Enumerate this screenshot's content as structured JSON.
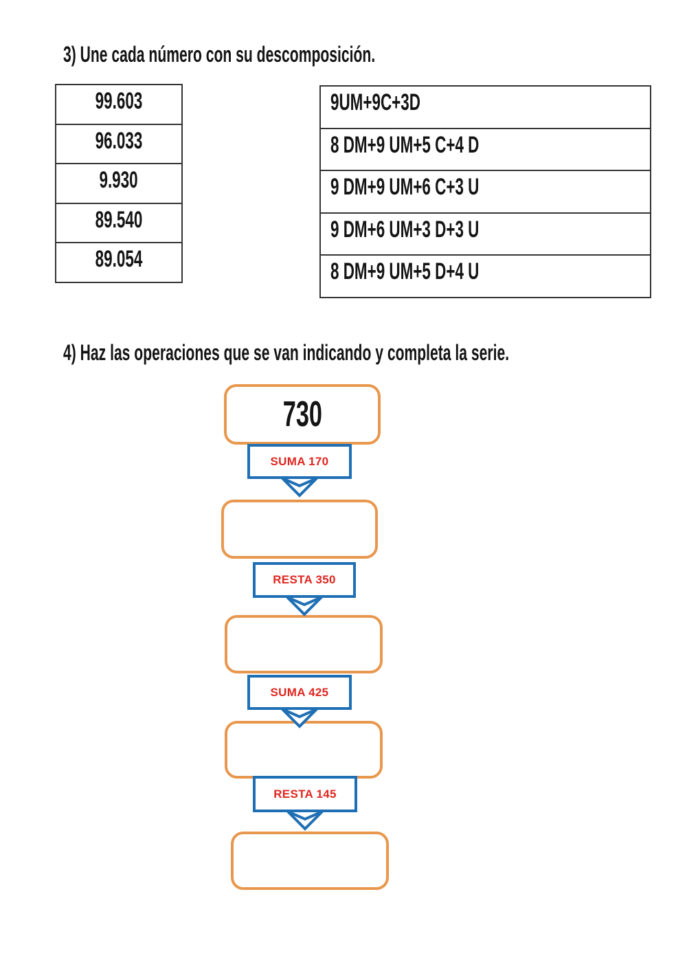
{
  "colors": {
    "orange": "#E8984E",
    "blue": "#1F6FB4",
    "red": "#E02620",
    "table_border": "#343434",
    "text": "#141414"
  },
  "exercise3": {
    "title": "3) Une cada número con su descomposición.",
    "numbers": [
      "99.603",
      "96.033",
      "9.930",
      "89.540",
      "89.054"
    ],
    "decompositions": [
      "9UM+9C+3D",
      "8 DM+9 UM+5 C+4 D",
      "9 DM+9 UM+6 C+3 U",
      "9 DM+6 UM+3 D+3 U",
      "8 DM+9 UM+5 D+4 U"
    ]
  },
  "exercise4": {
    "title": "4) Haz las operaciones que se van indicando y completa la serie.",
    "start_value": "730",
    "operations": [
      "SUMA 170",
      "RESTA 350",
      "SUMA 425",
      "RESTA 145"
    ],
    "answer_boxes": [
      "",
      "",
      "",
      ""
    ]
  }
}
